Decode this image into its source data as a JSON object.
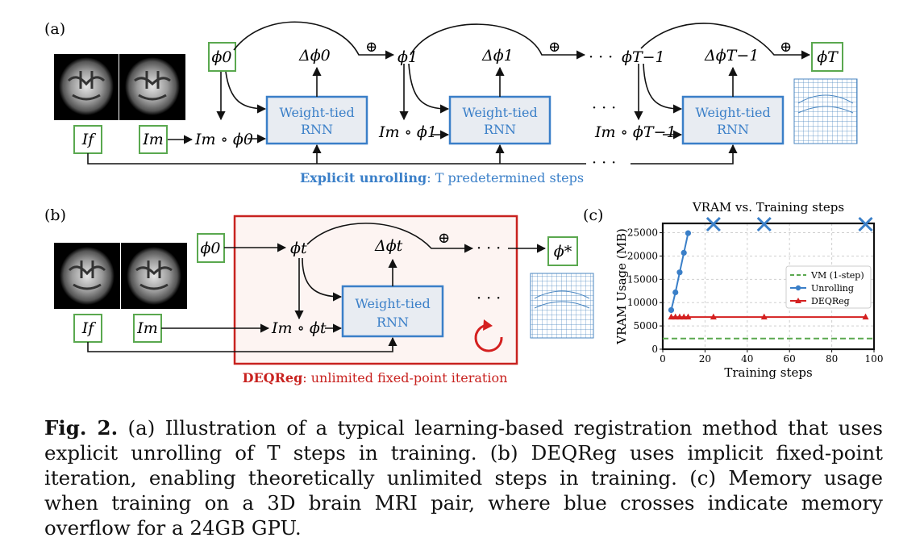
{
  "panel_a": {
    "label": "(a)",
    "phi0": "ϕ0",
    "delta_phi0": "Δϕ0",
    "phi1": "ϕ1",
    "delta_phi1": "Δϕ1",
    "phi_T_minus_1": "ϕT−1",
    "delta_phi_T_minus_1": "ΔϕT−1",
    "phi_T": "ϕT",
    "oplus": "⊕",
    "dots": "· · ·",
    "rnn_label_line1": "Weight-tied",
    "rnn_label_line2": "RNN",
    "I_f": "If",
    "I_m": "Im",
    "warp0": "Im ∘ ϕ0",
    "warp1": "Im ∘ ϕ1",
    "warpT": "Im ∘ ϕT−1",
    "caption_bold": "Explicit unrolling",
    "caption_rest": ": T predetermined steps"
  },
  "panel_b": {
    "label": "(b)",
    "phi0": "ϕ0",
    "phi_t": "ϕt",
    "delta_phi_t": "Δϕt",
    "phi_star": "ϕ*",
    "oplus": "⊕",
    "dots": "· · ·",
    "rnn_label_line1": "Weight-tied",
    "rnn_label_line2": "RNN",
    "I_f": "If",
    "I_m": "Im",
    "warp_t": "Im ∘ ϕt",
    "caption_bold": "DEQReg",
    "caption_rest": ": unlimited fixed-point iteration"
  },
  "panel_c": {
    "label": "(c)"
  },
  "chart_data": {
    "type": "line",
    "title": "VRAM vs. Training steps",
    "xlabel": "Training steps",
    "ylabel": "VRAM Usage (MB)",
    "xlim": [
      0,
      100
    ],
    "ylim": [
      0,
      27000
    ],
    "xticks": [
      0,
      20,
      40,
      60,
      80,
      100
    ],
    "yticks": [
      0,
      5000,
      10000,
      15000,
      20000,
      25000
    ],
    "grid": true,
    "legend_position": "center-right",
    "series": [
      {
        "name": "VM (1-step)",
        "style": "dashed",
        "color": "#5aa84f",
        "x": [
          0,
          100
        ],
        "y": [
          2300,
          2300
        ]
      },
      {
        "name": "Unrolling",
        "style": "solid-circle",
        "color": "#3a7fc8",
        "x": [
          4,
          6,
          8,
          10,
          12
        ],
        "y": [
          8400,
          12200,
          16500,
          20700,
          24900
        ]
      },
      {
        "name": "DEQReg",
        "style": "solid-triangle",
        "color": "#d42020",
        "x": [
          4,
          6,
          8,
          10,
          12,
          24,
          48,
          96
        ],
        "y": [
          6900,
          6900,
          6900,
          6900,
          6900,
          6900,
          6900,
          6900
        ]
      }
    ],
    "overflow_markers": {
      "color": "#3a7fc8",
      "x": [
        24,
        48,
        96
      ]
    }
  },
  "caption": {
    "fig_label": "Fig. 2.",
    "text": "(a) Illustration of a typical learning-based registration method that uses explicit unrolling of T steps in training. (b) DEQReg uses implicit fixed-point iteration, enabling theoretically unlimited steps in training. (c) Memory usage when training on a 3D brain MRI pair, where blue crosses indicate memory overflow for a 24GB GPU."
  },
  "colors": {
    "blue": "#3a7fc8",
    "green_box": "#5aa84f",
    "red_box": "#c8221f",
    "rnn_fill": "#e8ecf2"
  }
}
